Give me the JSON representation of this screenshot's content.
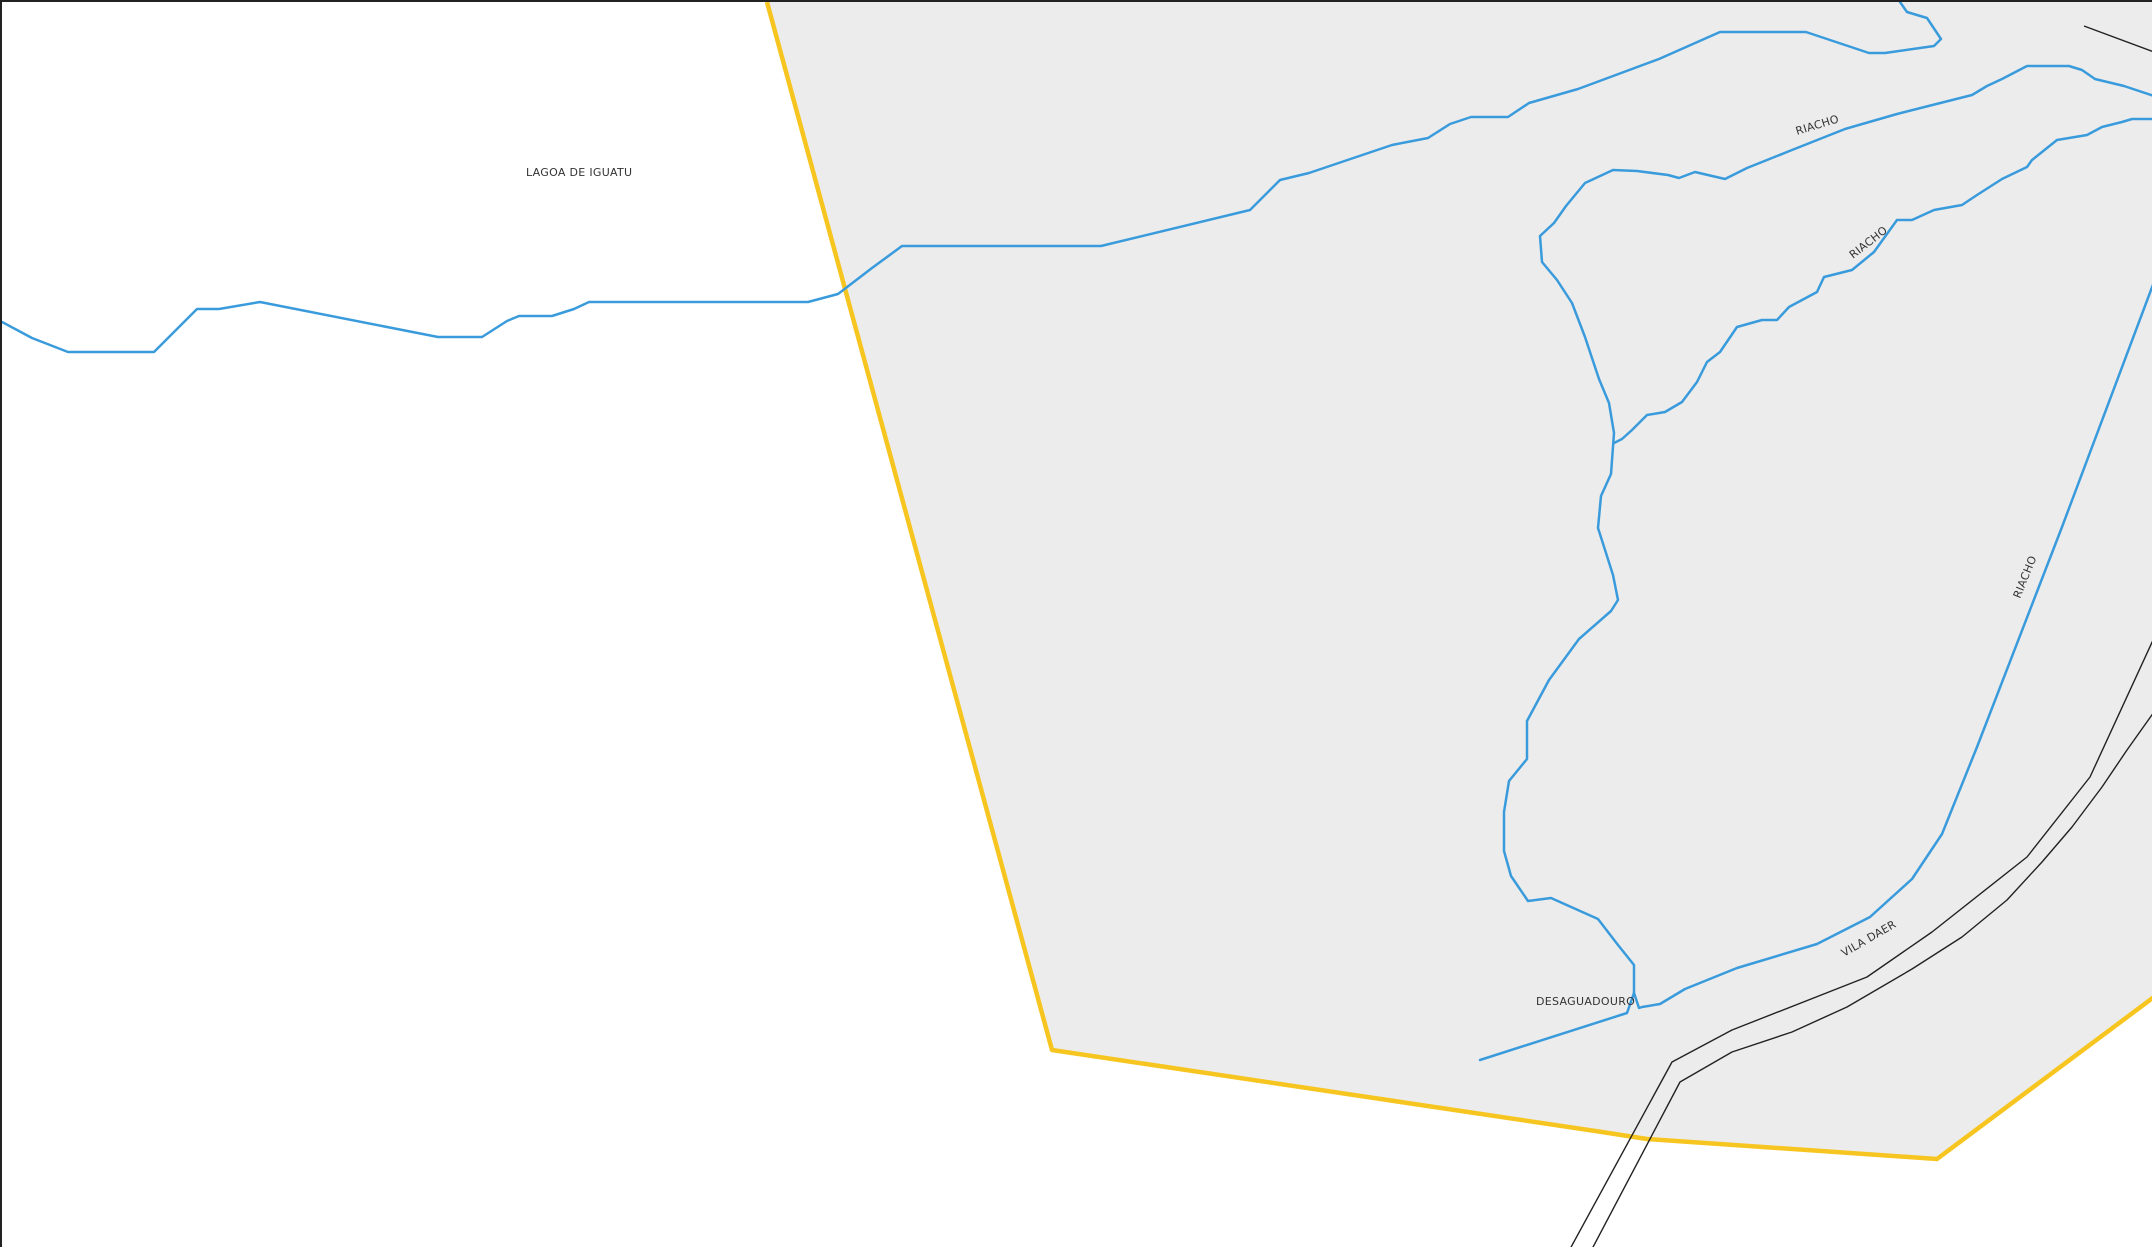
{
  "map": {
    "colors": {
      "background": "#ffffff",
      "region_fill": "#ececec",
      "boundary": "#f7c520",
      "river": "#3a9bdc",
      "road": "#222222",
      "label": "#333333"
    },
    "labels": {
      "lagoa": "LAGOA DE IGUATU",
      "riacho_1": "RIACHO",
      "riacho_2": "RIACHO",
      "riacho_3": "RIACHO",
      "vila_daer": "VILA  DAER",
      "desaguadouro": "DESAGUADOURO"
    }
  }
}
